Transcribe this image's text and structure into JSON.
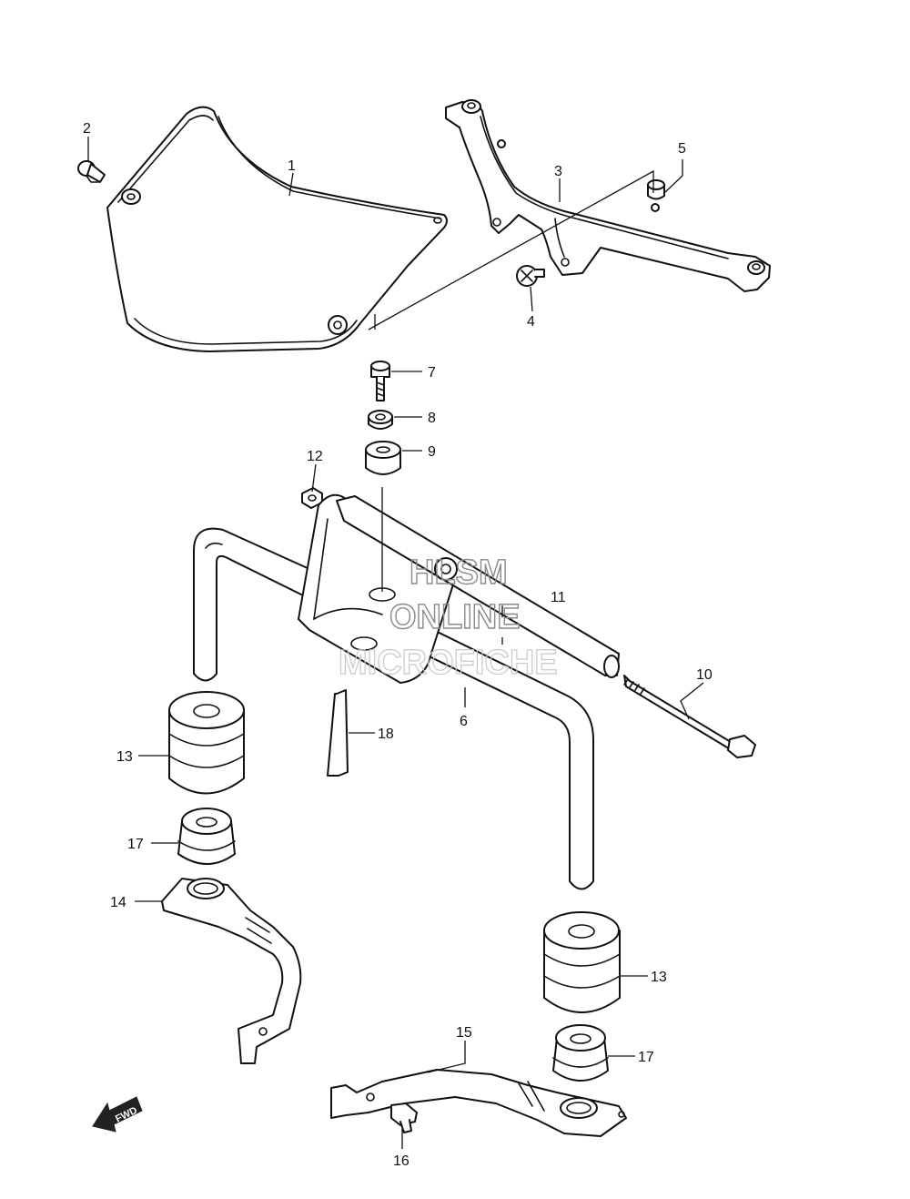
{
  "watermark": {
    "line1": "HLSM",
    "line2": "ONLINE",
    "line3": "MICROFICHE"
  },
  "direction_label": "FWD",
  "callouts": [
    {
      "id": "c1",
      "label": "1"
    },
    {
      "id": "c2",
      "label": "2"
    },
    {
      "id": "c3",
      "label": "3"
    },
    {
      "id": "c4",
      "label": "4"
    },
    {
      "id": "c5",
      "label": "5"
    },
    {
      "id": "c6",
      "label": "6"
    },
    {
      "id": "c7",
      "label": "7"
    },
    {
      "id": "c8",
      "label": "8"
    },
    {
      "id": "c9",
      "label": "9"
    },
    {
      "id": "c10",
      "label": "10"
    },
    {
      "id": "c11",
      "label": "11"
    },
    {
      "id": "c12",
      "label": "12"
    },
    {
      "id": "c13a",
      "label": "13"
    },
    {
      "id": "c13b",
      "label": "13"
    },
    {
      "id": "c14",
      "label": "14"
    },
    {
      "id": "c15",
      "label": "15"
    },
    {
      "id": "c16",
      "label": "16"
    },
    {
      "id": "c17a",
      "label": "17"
    },
    {
      "id": "c17b",
      "label": "17"
    },
    {
      "id": "c18",
      "label": "18"
    }
  ]
}
